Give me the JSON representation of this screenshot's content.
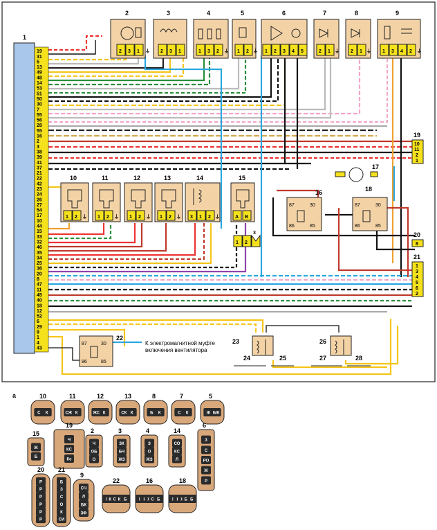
{
  "ecu": {
    "label": "1",
    "pins": [
      "19",
      "31",
      "5",
      "13",
      "49",
      "48",
      "14",
      "53",
      "51",
      "50",
      "30",
      "7",
      "55",
      "56",
      "28",
      "55",
      "16",
      "2",
      "3",
      "38",
      "39",
      "41",
      "37",
      "21",
      "22",
      "42",
      "23",
      "24",
      "26",
      "27",
      "54",
      "17",
      "10",
      "44",
      "15",
      "33",
      "32",
      "46",
      "35",
      "34",
      "25",
      "36",
      "20",
      "8",
      "47",
      "11",
      "45",
      "40",
      "18",
      "12",
      "52",
      "6",
      "29",
      "9",
      "1",
      "4",
      "43"
    ]
  },
  "top_components": [
    {
      "id": "c2",
      "label": "2",
      "pins": [
        "2",
        "3",
        "1",
        "⏚"
      ]
    },
    {
      "id": "c3",
      "label": "3",
      "pins": [
        "2",
        "3",
        "1"
      ]
    },
    {
      "id": "c4",
      "label": "4",
      "pins": [
        "1",
        "3",
        "2",
        "⏚"
      ]
    },
    {
      "id": "c5",
      "label": "5",
      "pins": [
        "1",
        "2",
        "⏚"
      ]
    },
    {
      "id": "c6",
      "label": "6",
      "pins": [
        "1",
        "2",
        "3",
        "4",
        "5"
      ]
    },
    {
      "id": "c7",
      "label": "7",
      "pins": [
        "2",
        "1",
        "⏚"
      ]
    },
    {
      "id": "c8",
      "label": "8",
      "pins": [
        "2",
        "1",
        "⏚"
      ]
    },
    {
      "id": "c9",
      "label": "9",
      "pins": [
        "1",
        "3",
        "4",
        "2",
        "⏚"
      ]
    }
  ],
  "mid_components": [
    {
      "id": "c10",
      "label": "10",
      "pins": [
        "1",
        "2",
        "⏚"
      ]
    },
    {
      "id": "c11",
      "label": "11",
      "pins": [
        "1",
        "2",
        "⏚"
      ]
    },
    {
      "id": "c12",
      "label": "12",
      "pins": [
        "1",
        "2",
        "⏚"
      ]
    },
    {
      "id": "c13",
      "label": "13",
      "pins": [
        "1",
        "2",
        "⏚"
      ]
    },
    {
      "id": "c14",
      "label": "14",
      "pins": [
        "3",
        "1",
        "2",
        "⏚"
      ]
    },
    {
      "id": "c15",
      "label": "15",
      "pins": [
        "A",
        "B"
      ]
    }
  ],
  "connectors": {
    "c19": {
      "label": "19",
      "pins": [
        "10",
        "11",
        "2",
        "1"
      ]
    },
    "c20": {
      "label": "20",
      "pins": [
        "8"
      ]
    },
    "c21": {
      "label": "21",
      "pins": [
        "1",
        "3",
        "4",
        "5",
        "6",
        "2"
      ]
    },
    "c3b": {
      "label": "3",
      "pins": [
        "1",
        "2"
      ]
    }
  },
  "relays": {
    "r16": {
      "label": "16",
      "pins": [
        "87",
        "30",
        "86",
        "85"
      ]
    },
    "r18": {
      "label": "18",
      "pins": [
        "87",
        "30",
        "86",
        "85"
      ]
    },
    "r22": {
      "label": "22",
      "pins": [
        "87",
        "30",
        "86",
        "85"
      ]
    },
    "r23": {
      "label": "23"
    },
    "r26": {
      "label": "26"
    }
  },
  "fan_motor": {
    "label": "17"
  },
  "bottom_labels": [
    "24",
    "25",
    "27",
    "28"
  ],
  "fan_clutch_text": [
    "К электромагнитной муфте",
    "включения вентилятора"
  ],
  "connector_views": {
    "section_label": "а",
    "row1": [
      {
        "label": "10",
        "pins": [
          "С",
          "К"
        ]
      },
      {
        "label": "11",
        "pins": [
          "СЖ",
          "К"
        ]
      },
      {
        "label": "12",
        "pins": [
          "ЖС",
          "К"
        ]
      },
      {
        "label": "13",
        "pins": [
          "СК",
          "К"
        ]
      },
      {
        "label": "8",
        "pins": [
          "Б",
          "К"
        ]
      },
      {
        "label": "7",
        "pins": [
          "С",
          "К"
        ]
      },
      {
        "label": "5",
        "pins": [
          "Ж",
          "БЖ"
        ]
      }
    ],
    "row2": [
      {
        "label": "15",
        "pins": [
          "Ж",
          "Б"
        ]
      },
      {
        "label": "19",
        "pins": [
          "Ч",
          "КС",
          "Кс"
        ]
      },
      {
        "label": "2",
        "pins": [
          "Ч",
          "ОБ",
          "О"
        ]
      },
      {
        "label": "3",
        "pins": [
          "ЗК",
          "БЧ",
          "ЖЗ"
        ]
      },
      {
        "label": "4",
        "pins": [
          "З",
          "О",
          "ЖЗ"
        ]
      },
      {
        "label": "14",
        "pins": [
          "СО",
          "КС",
          "Л"
        ]
      },
      {
        "label": "6",
        "pins": [
          "З",
          "С",
          "РО",
          "Ж",
          "Р"
        ]
      }
    ],
    "row3": [
      {
        "label": "20",
        "pins": [
          "Р",
          "Р",
          "Р",
          "Р",
          "Р",
          "Р"
        ]
      },
      {
        "label": "21",
        "pins": [
          "Б",
          "З",
          "С",
          "О",
          "К",
          "СИ"
        ]
      },
      {
        "label": "9",
        "pins": [
          "СЧ",
          "Л",
          "БК",
          "ЗФ"
        ]
      },
      {
        "label": "22",
        "pins": [
          "Г",
          "КЧ",
          "СБ",
          "КБ",
          "Б"
        ]
      },
      {
        "label": "16",
        "pins": [
          "Г",
          "К",
          "Ж",
          "СБ",
          "Б"
        ]
      },
      {
        "label": "18",
        "pins": [
          "Г",
          "К",
          "Ж",
          "БК",
          "Б"
        ]
      }
    ]
  },
  "colors": {
    "connector_fill": "#f3d3a6",
    "pin_fill": "#f5e21c",
    "ecu_fill": "#a9c7ea",
    "frame": "#1a1a1a"
  }
}
